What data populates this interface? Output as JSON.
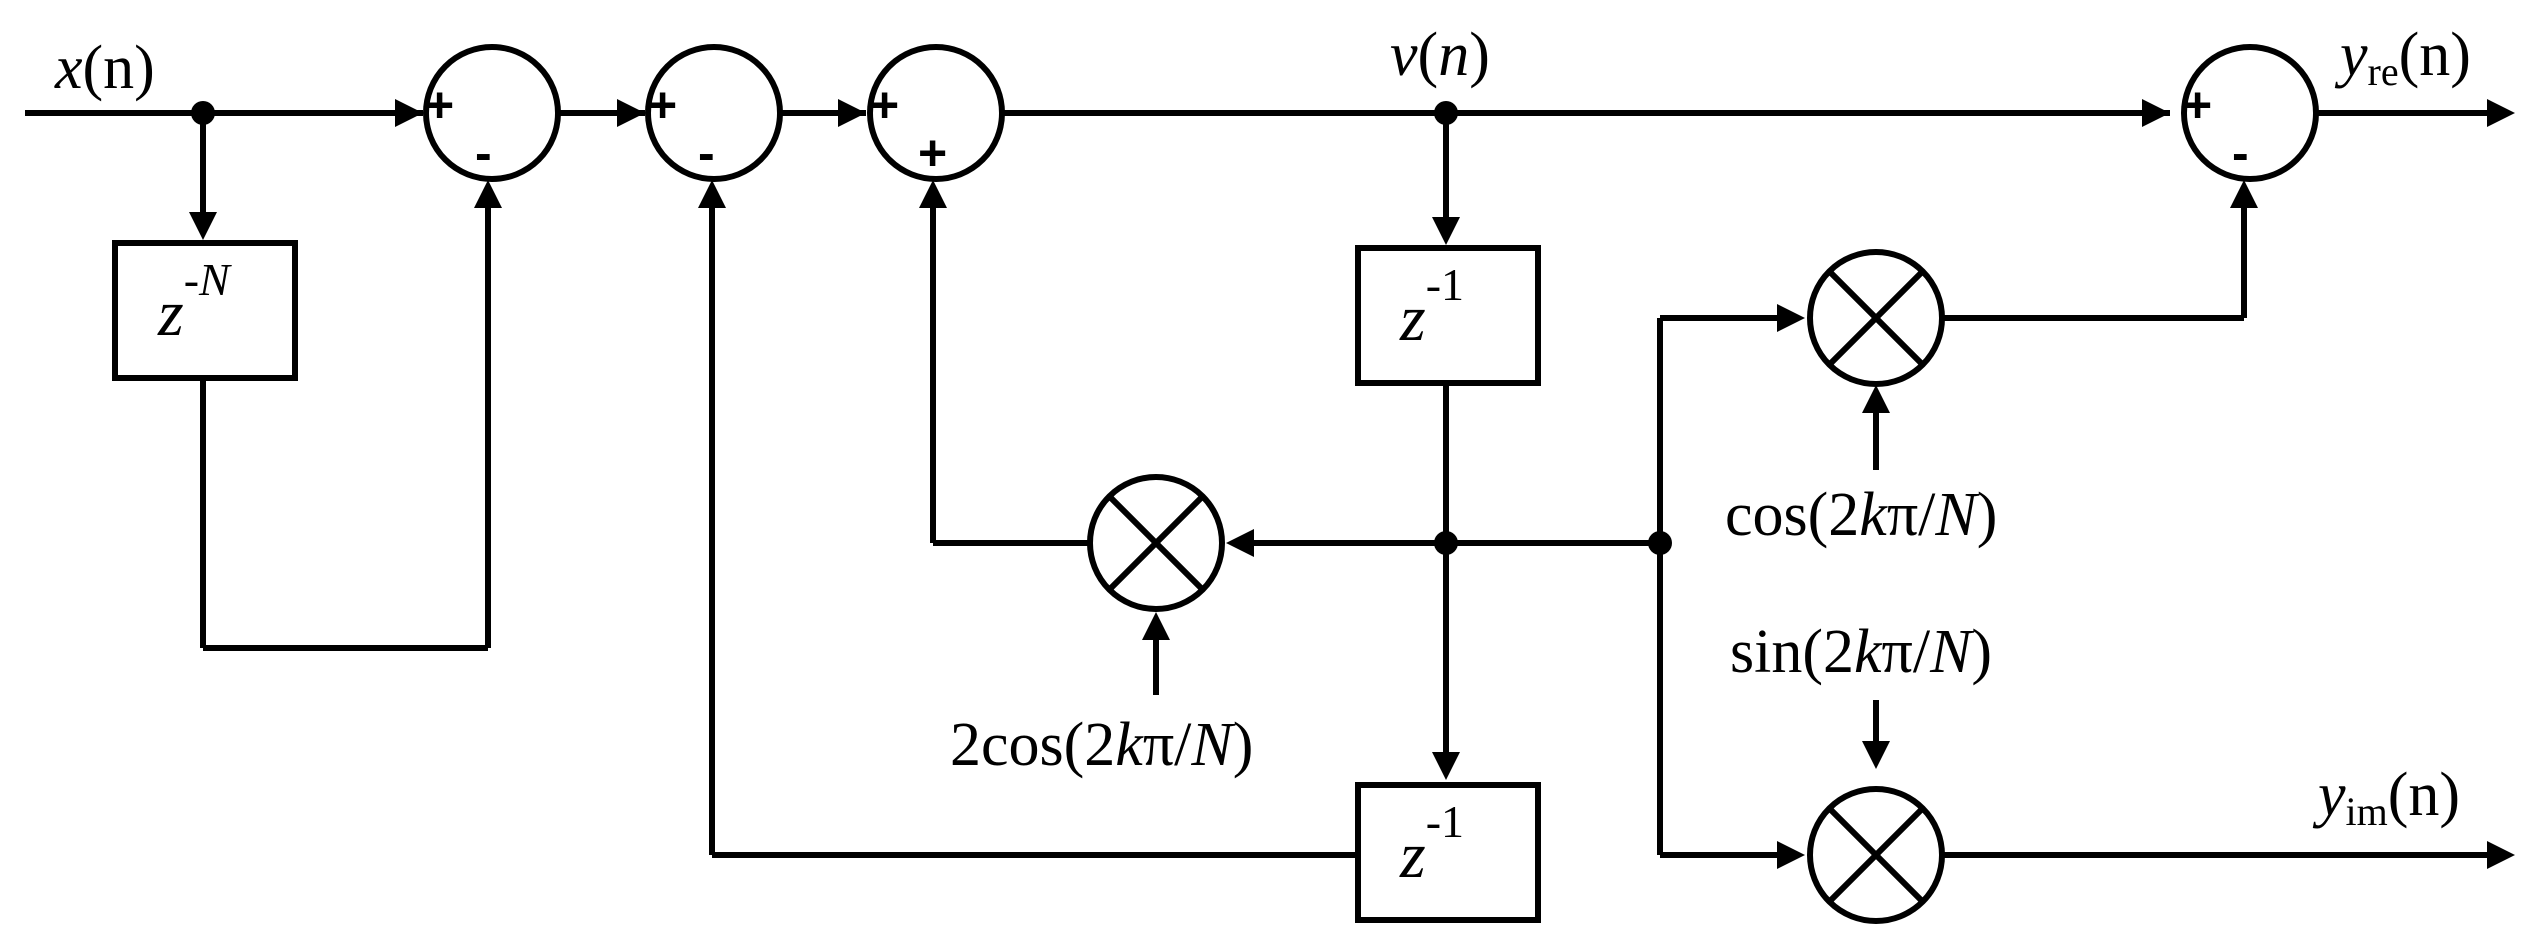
{
  "labels": {
    "input": {
      "var": "x",
      "arg": "(n)"
    },
    "v": {
      "var": "v",
      "open": "(",
      "arg": "n",
      "close": ")"
    },
    "yre": {
      "var": "y",
      "sub": "re",
      "arg": "(n)"
    },
    "yim": {
      "var": "y",
      "sub": "im",
      "arg": "(n)"
    }
  },
  "blocks": {
    "delayN": {
      "base": "z",
      "exp": "-N"
    },
    "delay1a": {
      "base": "z",
      "exp": "-1"
    },
    "delay1b": {
      "base": "z",
      "exp": "-1"
    }
  },
  "coefficients": {
    "feedback": {
      "pre": "2cos(2",
      "k": "k",
      "mid": "π/",
      "N": "N",
      "post": ")"
    },
    "cos": {
      "pre": "cos(2",
      "k": "k",
      "mid": "π/",
      "N": "N",
      "post": ")"
    },
    "sin": {
      "pre": "sin(2",
      "k": "k",
      "mid": "π/",
      "N": "N",
      "post": ")"
    }
  },
  "signs": {
    "s1": {
      "a": "+",
      "b": "-"
    },
    "s2": {
      "a": "+",
      "b": "-"
    },
    "s3": {
      "a": "+",
      "b": "+"
    },
    "s4": {
      "a": "+",
      "b": "-"
    }
  }
}
